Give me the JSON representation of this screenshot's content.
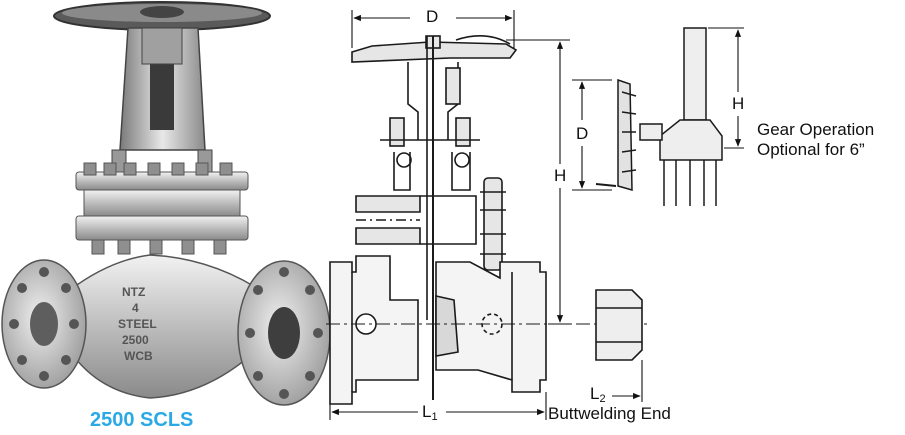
{
  "photo": {
    "model_label": "2500 SCLS",
    "body_marks": [
      "NTZ",
      "4",
      "STEEL",
      "2500",
      "WCB"
    ]
  },
  "drawing": {
    "dim_d_top": "D",
    "dim_h_main": "H",
    "dim_l1_main": "L",
    "dim_l1_sub": "1",
    "dim_l2_main": "L",
    "dim_l2_sub": "2",
    "buttweld_label": "Buttwelding End"
  },
  "gear": {
    "dim_d": "D",
    "dim_h": "H",
    "note_line1": "Gear Operation",
    "note_line2": "Optional for 6”"
  },
  "colors": {
    "accent": "#2aa9e6",
    "line": "#1a1a1a",
    "fill": "#e6e6e6",
    "metal_dark": "#6d6d6d",
    "metal_light": "#d4d4d4"
  }
}
